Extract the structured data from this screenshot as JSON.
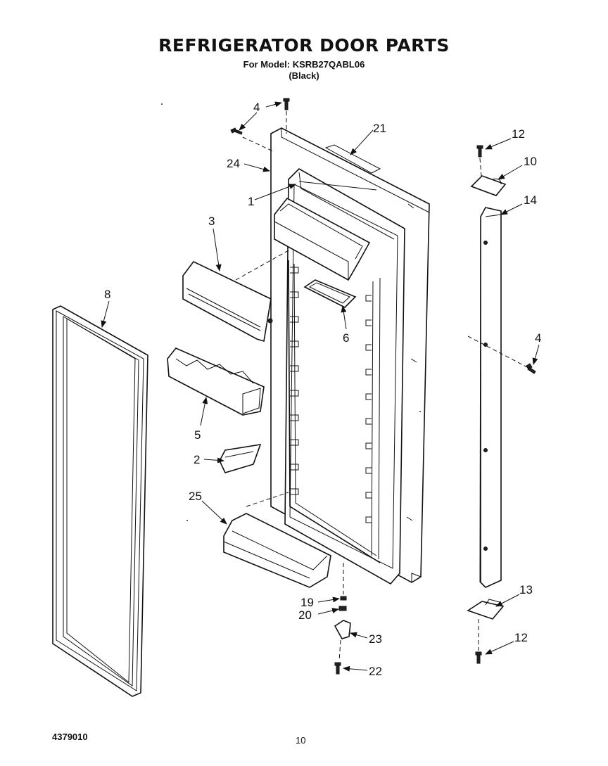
{
  "header": {
    "title": "REFRIGERATOR DOOR PARTS",
    "model_line": "For Model: KSRB27QABL06",
    "color_line": "(Black)"
  },
  "footer": {
    "document_number": "4379010",
    "page_number": "10"
  },
  "callouts": [
    "4",
    "21",
    "24",
    "1",
    "3",
    "8",
    "6",
    "5",
    "2",
    "25",
    "12",
    "10",
    "14",
    "4",
    "13",
    "12",
    "19",
    "20",
    "23",
    "22"
  ]
}
